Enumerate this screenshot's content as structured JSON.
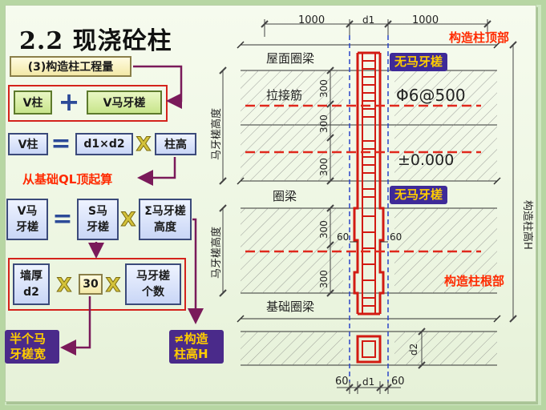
{
  "slide": {
    "title": "2.2 现浇砼柱"
  },
  "formula": {
    "header": "(3)构造柱工程量",
    "row1": {
      "v_column": "V柱",
      "plus": "+",
      "v_teeth": "V马牙槎"
    },
    "row2": {
      "v_column": "V柱",
      "equals": "=",
      "section": "d1×d2",
      "times": "X",
      "height": "柱高"
    },
    "row2_note": "从基础QL顶起算",
    "row3": {
      "v_teeth": "V马牙槎",
      "equals": "=",
      "s_teeth": "S马牙槎",
      "times": "X",
      "sum_height": "Σ马牙槎高度"
    },
    "row4": {
      "wall": "墙厚d2",
      "times1": "X",
      "factor": "30",
      "times2": "X",
      "count": "马牙槎个数"
    },
    "note_half": "半个马牙槎宽",
    "note_not_height": "≠构造柱高H"
  },
  "drawing": {
    "dims_top": [
      "1000",
      "d1",
      "1000"
    ],
    "dims_bottom": [
      "60",
      "d1",
      "60"
    ],
    "label_top": "构造柱顶部",
    "label_bottom": "构造柱根部",
    "label_no_teeth_1": "无马牙槎",
    "label_no_teeth_2": "无马牙槎",
    "roof_beam": "屋面圈梁",
    "tie_bar": "拉接筋",
    "tie_bar_spec": "Φ6@500",
    "elevation": "±0.000",
    "ring_beam": "圈梁",
    "foundation_beam": "基础圈梁",
    "teeth_height_1": "马牙槎高度",
    "teeth_height_2": "马牙槎高度",
    "column_height": "构造柱高H",
    "dim_300": "300",
    "dim_60": "60",
    "dim_d2": "d2"
  }
}
